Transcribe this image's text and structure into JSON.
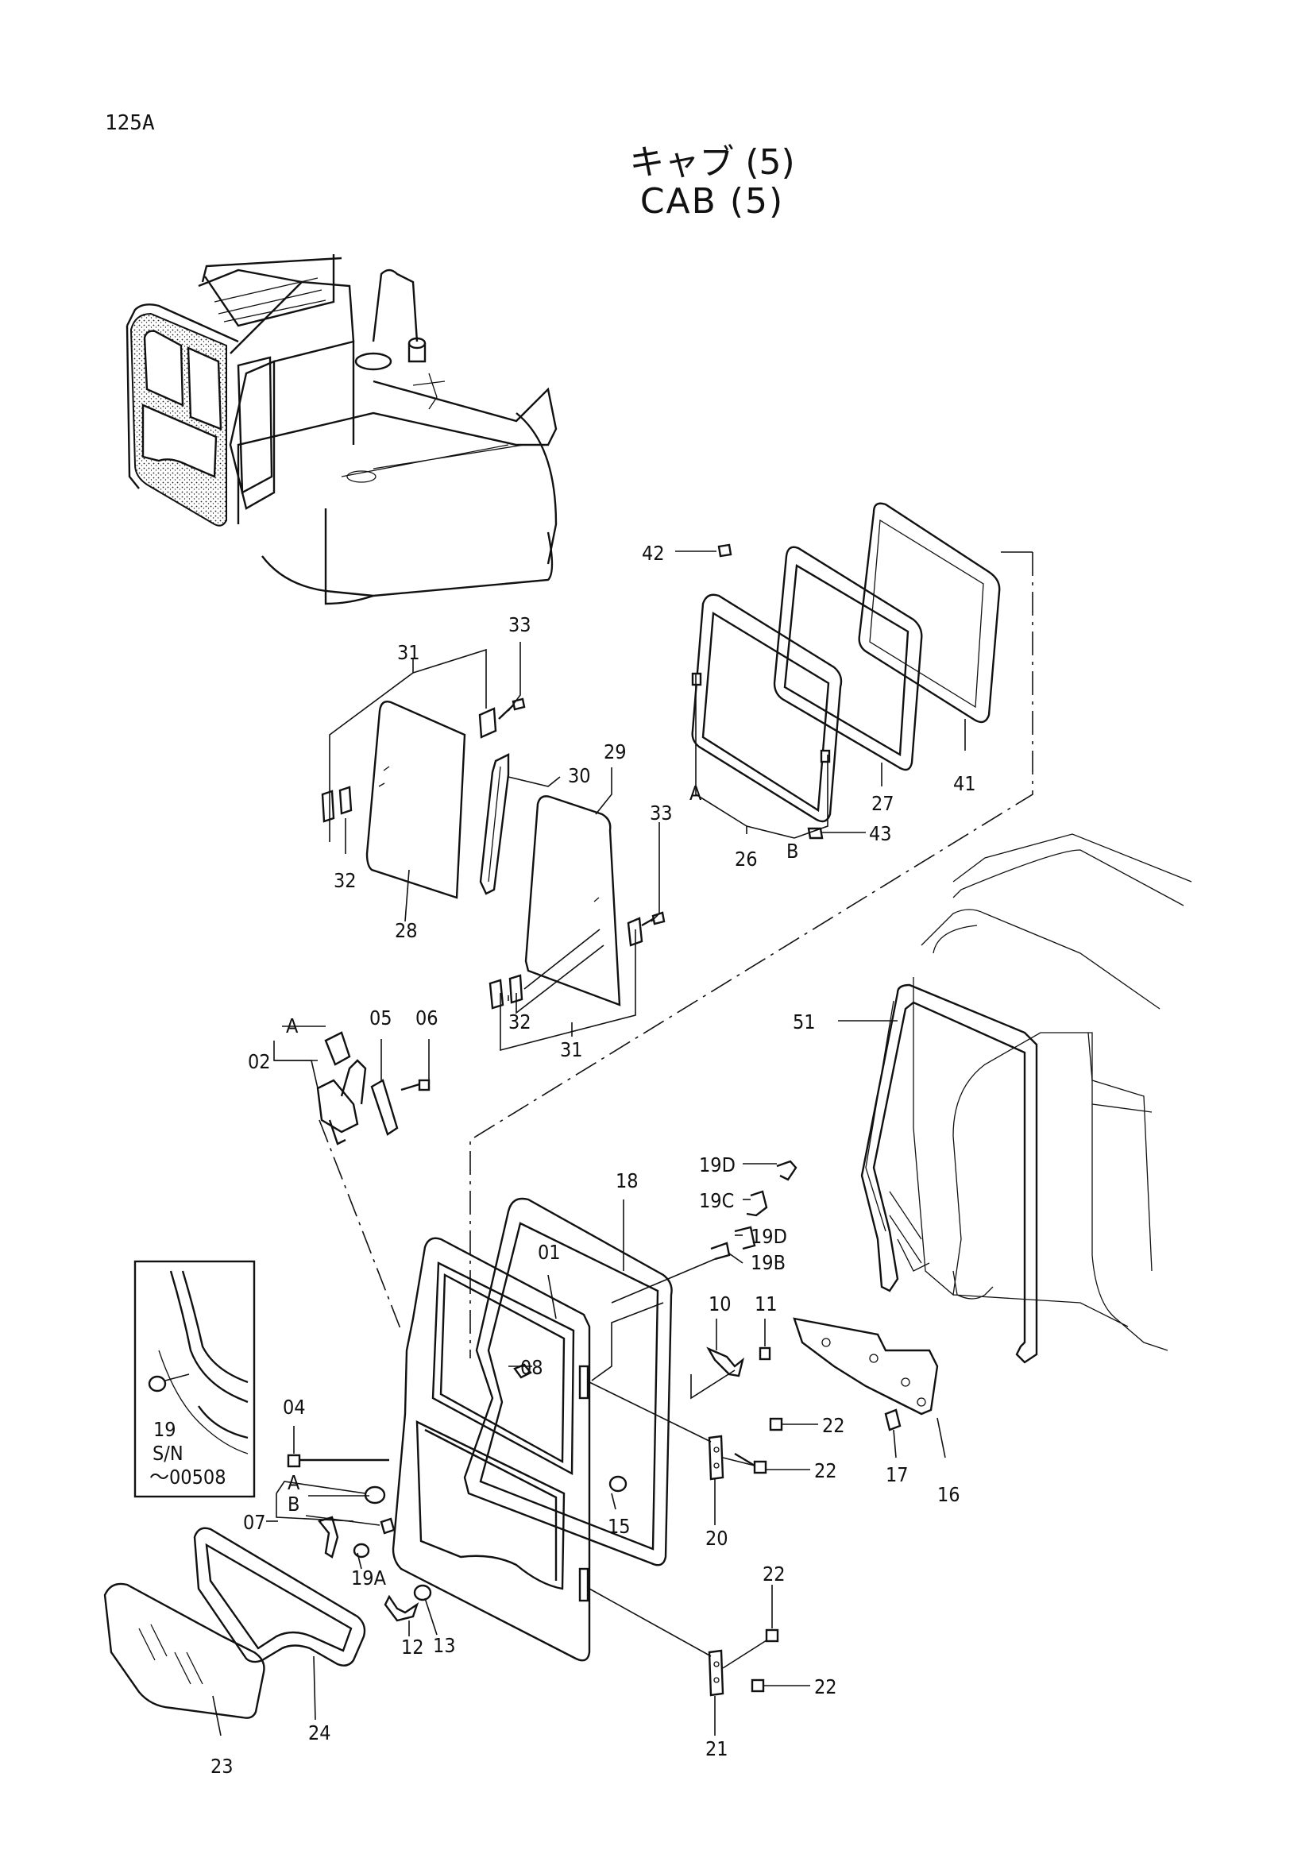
{
  "header": {
    "page_code": "125A",
    "title_jp": "キャブ (5)",
    "title_en": "CAB (5)"
  },
  "inset": {
    "part": "19",
    "sn_label": "S/N",
    "sn_range": "～00508"
  },
  "labels": {
    "p01": "01",
    "p02": "02",
    "p04": "04",
    "p05": "05",
    "p06": "06",
    "p07": "07",
    "p08": "08",
    "p10": "10",
    "p11": "11",
    "p12": "12",
    "p13": "13",
    "p15": "15",
    "p16": "16",
    "p17": "17",
    "p18": "18",
    "p19A": "19A",
    "p19B": "19B",
    "p19C": "19C",
    "p19D_a": "19D",
    "p19D_b": "19D",
    "p20": "20",
    "p21": "21",
    "p22_a": "22",
    "p22_b": "22",
    "p22_c": "22",
    "p22_d": "22",
    "p23": "23",
    "p24": "24",
    "p26": "26",
    "p27": "27",
    "p28": "28",
    "p29": "29",
    "p30": "30",
    "p31_a": "31",
    "p31_b": "31",
    "p32_a": "32",
    "p32_b": "32",
    "p33_a": "33",
    "p33_b": "33",
    "p41": "41",
    "p42": "42",
    "p43": "43",
    "p51": "51",
    "refA_1": "A",
    "refB_1": "B",
    "refA_2": "A",
    "refA_3": "A",
    "refB_3": "B"
  }
}
